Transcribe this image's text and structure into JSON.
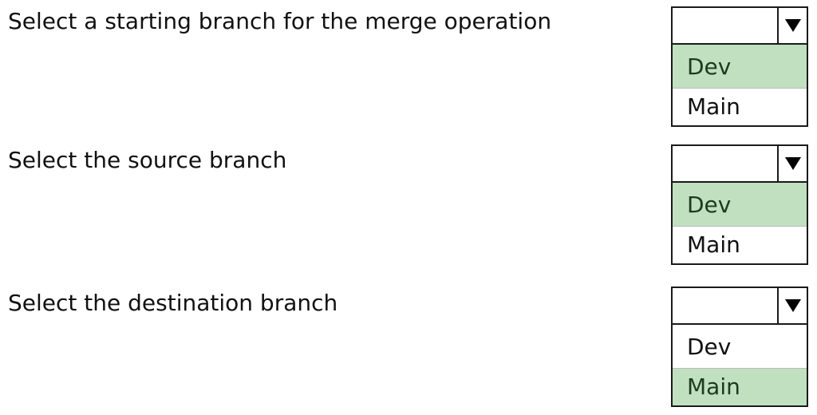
{
  "questions": [
    {
      "label": "Select a starting branch for the merge operation",
      "options": [
        "Dev",
        "Main"
      ],
      "selected": "Dev"
    },
    {
      "label": "Select the source branch",
      "options": [
        "Dev",
        "Main"
      ],
      "selected": "Dev"
    },
    {
      "label": "Select the destination branch",
      "options": [
        "Dev",
        "Main"
      ],
      "selected": "Main"
    }
  ],
  "colors": {
    "selected_bg": "#c0e0c0"
  }
}
